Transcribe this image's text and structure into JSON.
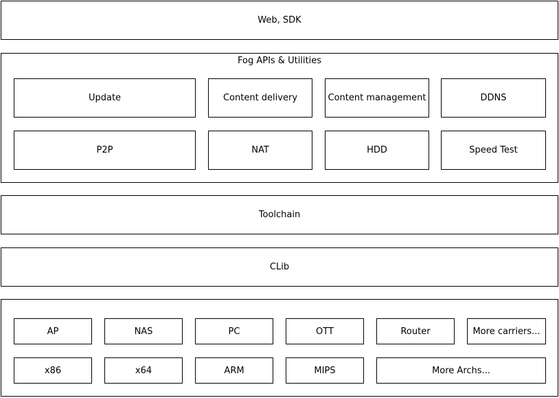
{
  "layers": {
    "web_sdk": "Web, SDK",
    "fog_apis": {
      "title": "Fog APIs & Utilities",
      "items": [
        "Update",
        "Content delivery",
        "Content management",
        "DDNS",
        "P2P",
        "NAT",
        "HDD",
        "Speed Test"
      ]
    },
    "toolchain": "Toolchain",
    "clib": "CLib",
    "platforms": {
      "carriers": [
        "AP",
        "NAS",
        "PC",
        "OTT",
        "Router",
        "More carriers..."
      ],
      "archs": [
        "x86",
        "x64",
        "ARM",
        "MIPS",
        "More Archs..."
      ]
    }
  }
}
